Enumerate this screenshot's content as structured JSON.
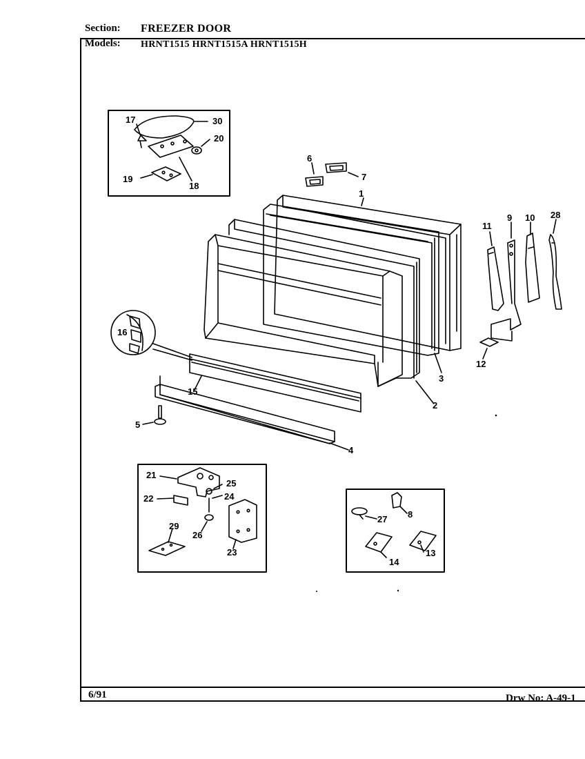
{
  "header": {
    "section_label": "Section:",
    "section_value": "FREEZER DOOR",
    "models_label": "Models:",
    "models_value": "HRNT1515  HRNT1515A  HRNT1515H"
  },
  "footer": {
    "date": "6/91",
    "drawing_number": "Drw No: A-49-1"
  },
  "callouts": {
    "c1": "1",
    "c2": "2",
    "c3": "3",
    "c4": "4",
    "c5": "5",
    "c6": "6",
    "c7": "7",
    "c8": "8",
    "c9": "9",
    "c10": "10",
    "c11": "11",
    "c12": "12",
    "c13": "13",
    "c14": "14",
    "c15": "15",
    "c16": "16",
    "c17": "17",
    "c18": "18",
    "c19": "19",
    "c20": "20",
    "c21": "21",
    "c22": "22",
    "c23": "23",
    "c24": "24",
    "c25": "25",
    "c26": "26",
    "c27": "27",
    "c28": "28",
    "c29": "29",
    "c30": "30"
  }
}
